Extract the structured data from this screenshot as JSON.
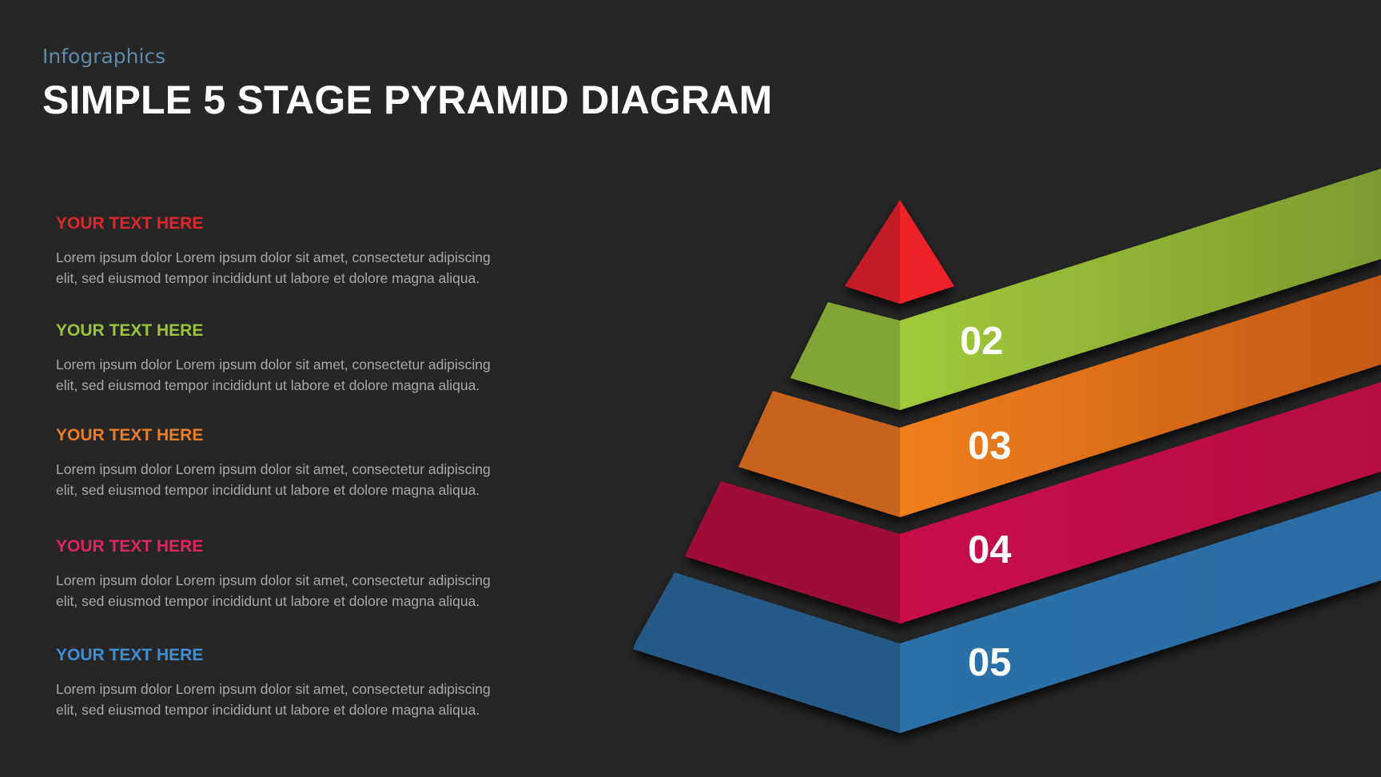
{
  "header": {
    "subtitle": "Infographics",
    "title": "SIMPLE 5 STAGE PYRAMID DIAGRAM"
  },
  "items": [
    {
      "heading": "YOUR TEXT HERE",
      "color": "#e0262b",
      "body_line1": "Lorem ipsum dolor Lorem ipsum dolor sit amet, consectetur adipiscing",
      "body_line2": "elit, sed eiusmod tempor incididunt ut labore et dolore magna aliqua."
    },
    {
      "heading": "YOUR TEXT HERE",
      "color": "#9cc43a",
      "body_line1": "Lorem ipsum dolor Lorem ipsum dolor sit amet, consectetur adipiscing",
      "body_line2": "elit, sed eiusmod tempor incididunt ut labore et dolore magna aliqua."
    },
    {
      "heading": "YOUR TEXT HERE",
      "color": "#ec7d22",
      "body_line1": "Lorem ipsum dolor Lorem ipsum dolor sit amet, consectetur adipiscing",
      "body_line2": "elit, sed eiusmod tempor incididunt ut labore et dolore magna aliqua."
    },
    {
      "heading": "YOUR TEXT HERE",
      "color": "#e0245e",
      "body_line1": "Lorem ipsum dolor Lorem ipsum dolor sit amet, consectetur adipiscing",
      "body_line2": "elit, sed eiusmod tempor incididunt ut labore et dolore magna aliqua."
    },
    {
      "heading": "YOUR TEXT HERE",
      "color": "#3f8fd2",
      "body_line1": "Lorem ipsum dolor Lorem ipsum dolor sit amet, consectetur adipiscing",
      "body_line2": "elit, sed eiusmod tempor incididunt ut labore et dolore magna aliqua."
    }
  ],
  "pyramid": {
    "stages": [
      {
        "label": "",
        "color_light": "#ee2428",
        "color_dark": "#c41e25"
      },
      {
        "label": "02",
        "color_light": "#9cc43a",
        "color_dark": "#82a534"
      },
      {
        "label": "03",
        "color_light": "#ee7b1e",
        "color_dark": "#c7631c"
      },
      {
        "label": "04",
        "color_light": "#c8104a",
        "color_dark": "#9e1039"
      },
      {
        "label": "05",
        "color_light": "#2a6fa8",
        "color_dark": "#275a86"
      }
    ]
  }
}
